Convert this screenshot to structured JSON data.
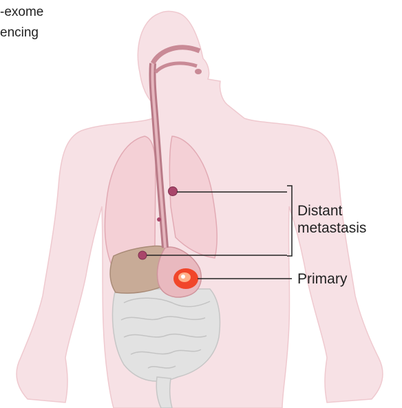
{
  "caption": {
    "line1": "-exome",
    "line2": "encing"
  },
  "labels": {
    "metastasis_line1": "Distant",
    "metastasis_line2": "metastasis",
    "primary": "Primary"
  },
  "colors": {
    "body": "#f7e1e5",
    "lungs": "#f4d0d6",
    "liver": "#c8ab97",
    "stomach": "#e9b9bf",
    "intestine": "#dcdcdc",
    "esophagus": "#c98a96",
    "tumor": "#f23a1a",
    "metastasis": "#a9456a",
    "line": "#222222"
  }
}
